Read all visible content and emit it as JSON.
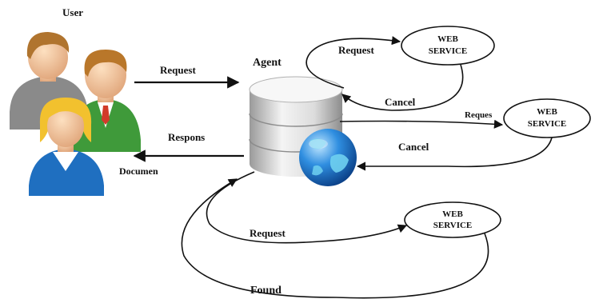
{
  "diagram": {
    "user_label": "User",
    "agent_label": "Agent",
    "labels": {
      "request_user_to_agent": "Request",
      "response_agent_to_user": "Respons",
      "document": "Documen",
      "request_ws1": "Request",
      "cancel_ws1": "Cancel",
      "request_ws2": "Reques",
      "cancel_ws2": "Cancel",
      "request_ws3": "Request",
      "found_ws3": "Found"
    },
    "services": [
      {
        "line1": "WEB",
        "line2": "SERVICE"
      },
      {
        "line1": "WEB",
        "line2": "SERVICE"
      },
      {
        "line1": "WEB",
        "line2": "SERVICE"
      }
    ],
    "colors": {
      "line": "#111111",
      "db_light": "#f2f2f2",
      "db_shade": "#a8a8a8",
      "globe_blue": "#1a6fc4",
      "globe_land": "#5fc4ea"
    }
  }
}
